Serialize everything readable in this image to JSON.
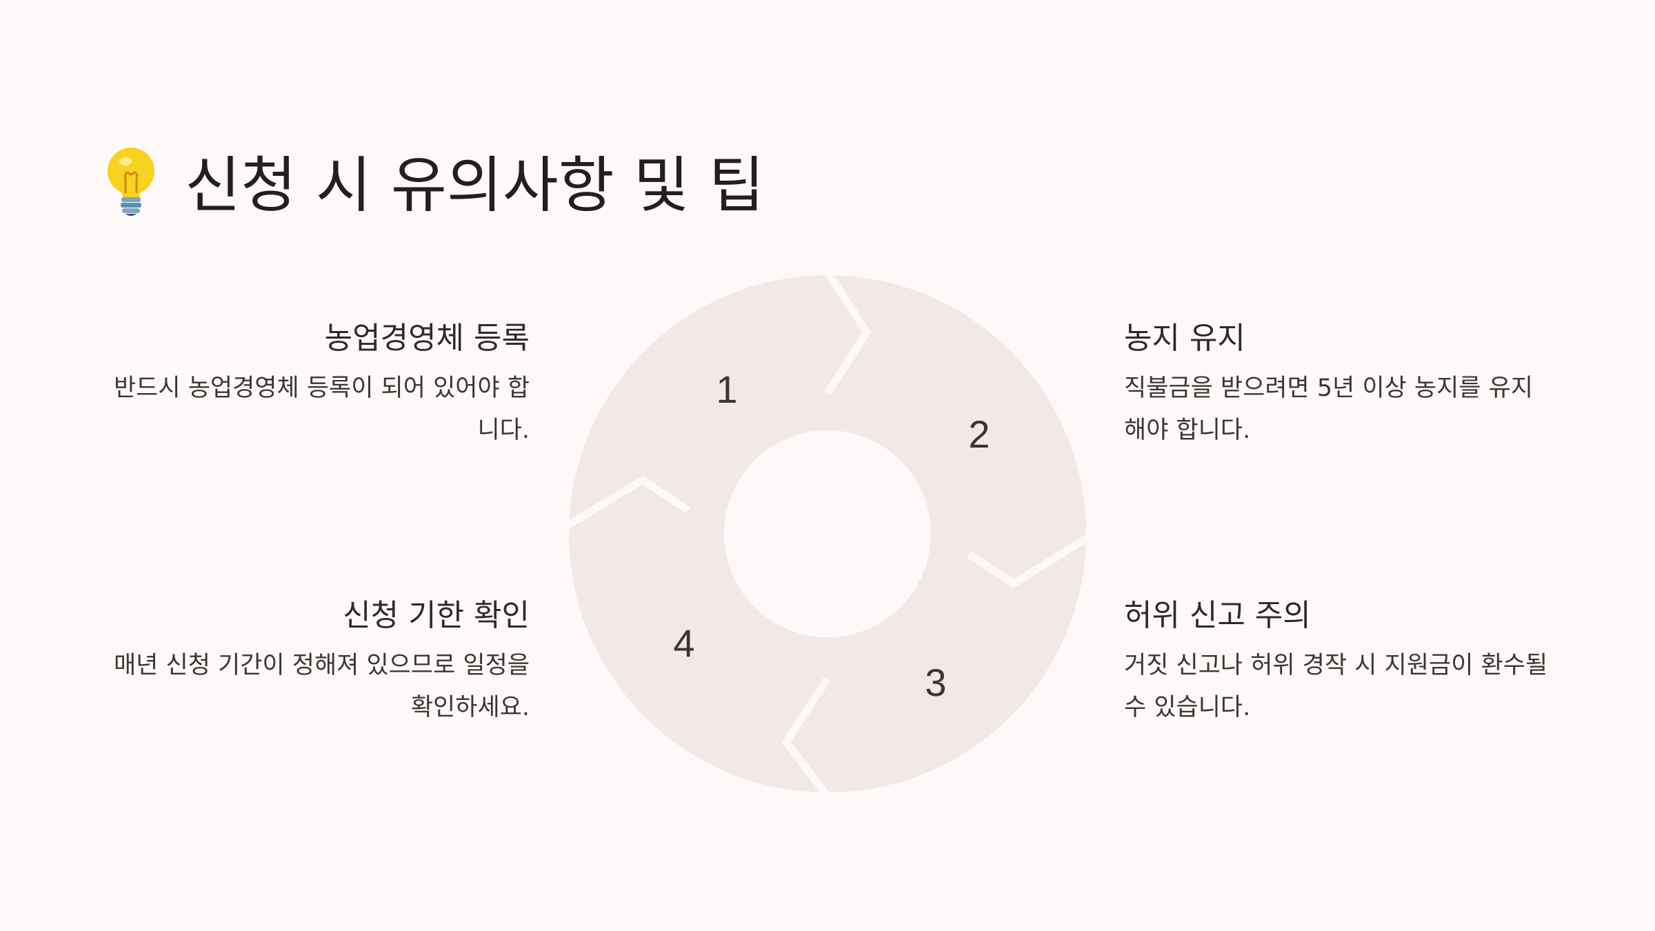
{
  "title": {
    "icon": "lightbulb-icon",
    "text": "신청 시 유의사항 및 팁"
  },
  "colors": {
    "background": "#fdf9f8",
    "segment_fill": "#f1e8e7",
    "text": "#2e2a29"
  },
  "steps": [
    {
      "number": "1",
      "heading": "농업경영체 등록",
      "description": "반드시 농업경영체 등록이 되어 있어야 합니다."
    },
    {
      "number": "2",
      "heading": "농지 유지",
      "description": "직불금을 받으려면 5년 이상 농지를 유지해야 합니다."
    },
    {
      "number": "3",
      "heading": "허위 신고 주의",
      "description": "거짓 신고나 허위 경작 시 지원금이 환수될 수 있습니다."
    },
    {
      "number": "4",
      "heading": "신청 기한 확인",
      "description": "매년 신청 기간이 정해져 있으므로 일정을 확인하세요."
    }
  ]
}
